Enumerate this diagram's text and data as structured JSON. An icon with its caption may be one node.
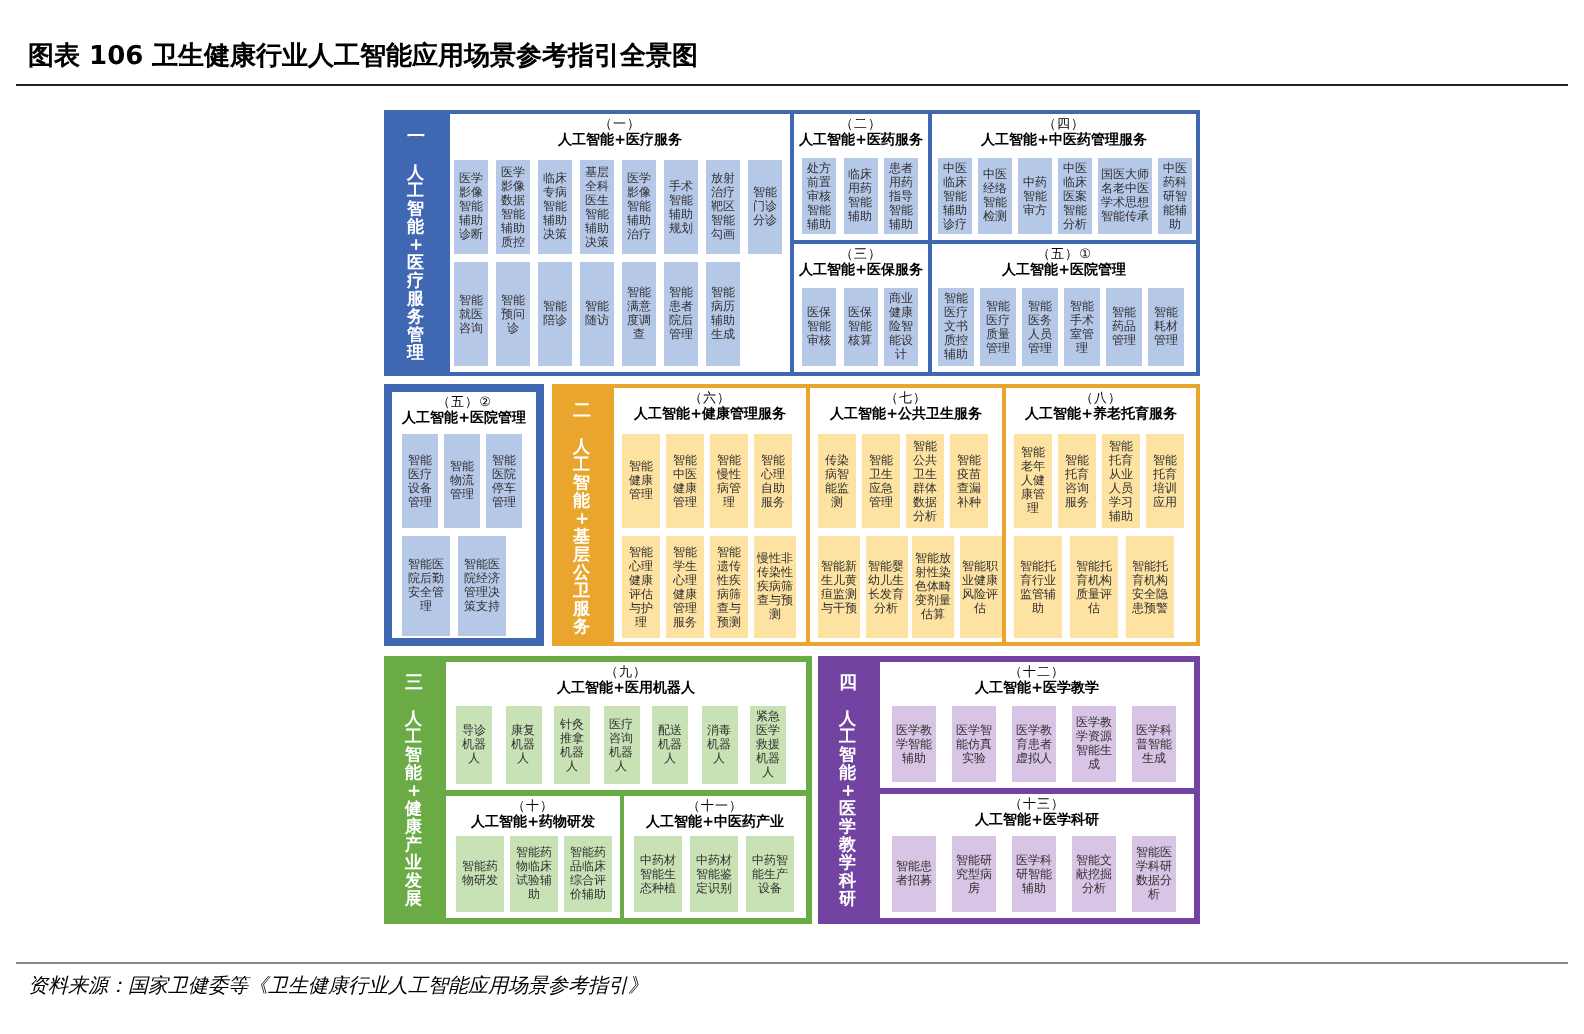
{
  "diagram": {
    "title": "图表 106 卫生健康行业人工智能应用场景参考指引全景图",
    "caption": "资料来源：国家卫健委等《卫生健康行业人工智能应用场景参考指引》",
    "nodes": [
      {
        "text": [
          "一",
          "人工智能+医疗服务管理"
        ]
      },
      {
        "text": [
          "（一）",
          "人工智能+医疗服务"
        ],
        "in": 0
      },
      {
        "text": [
          "医学影像智能辅助诊断"
        ],
        "in": 1
      },
      {
        "text": [
          "医学影像数据智能辅助质控"
        ],
        "in": 1
      },
      {
        "text": [
          "临床专病智能辅助决策"
        ],
        "in": 1
      },
      {
        "text": [
          "基层全科医生智能辅助决策"
        ],
        "in": 1
      },
      {
        "text": [
          "医学影像智能辅助治疗"
        ],
        "in": 1
      },
      {
        "text": [
          "手术智能辅助规划"
        ],
        "in": 1
      },
      {
        "text": [
          "放射治疗靶区智能勾画"
        ],
        "in": 1
      },
      {
        "text": [
          "智能门诊分诊"
        ],
        "in": 1
      },
      {
        "text": [
          "智能就医咨询"
        ],
        "in": 1
      },
      {
        "text": [
          "智能预问诊"
        ],
        "in": 1
      },
      {
        "text": [
          "智能陪诊"
        ],
        "in": 1
      },
      {
        "text": [
          "智能随访"
        ],
        "in": 1
      },
      {
        "text": [
          "智能满意度调查"
        ],
        "in": 1
      },
      {
        "text": [
          "智能患者院后管理"
        ],
        "in": 1
      },
      {
        "text": [
          "智能病历辅助生成"
        ],
        "in": 1
      },
      {
        "text": [
          "（二）",
          "人工智能+医药服务"
        ],
        "in": 0
      },
      {
        "text": [
          "处方前置审核智能辅助"
        ],
        "in": 17
      },
      {
        "text": [
          "临床用药智能辅助"
        ],
        "in": 17
      },
      {
        "text": [
          "患者用药指导智能辅助"
        ],
        "in": 17
      },
      {
        "text": [
          "（四）",
          "人工智能+中医药管理服务"
        ],
        "in": 0
      },
      {
        "text": [
          "中医临床智能辅助诊疗"
        ],
        "in": 21
      },
      {
        "text": [
          "中医经络智能检测"
        ],
        "in": 21
      },
      {
        "text": [
          "中药智能审方"
        ],
        "in": 21
      },
      {
        "text": [
          "中医临床医案智能分析"
        ],
        "in": 21
      },
      {
        "text": [
          "国医大师名老中医学术思想智能传承"
        ],
        "in": 21
      },
      {
        "text": [
          "中医药科研智能辅助"
        ],
        "in": 21
      },
      {
        "text": [
          "（三）",
          "人工智能+医保服务"
        ],
        "in": 0
      },
      {
        "text": [
          "医保智能审核"
        ],
        "in": 28
      },
      {
        "text": [
          "医保智能核算"
        ],
        "in": 28
      },
      {
        "text": [
          "商业健康险智能设计"
        ],
        "in": 28
      },
      {
        "text": [
          "（五）①",
          "人工智能+医院管理"
        ],
        "in": 0
      },
      {
        "text": [
          "智能医疗文书质控辅助"
        ],
        "in": 32
      },
      {
        "text": [
          "智能医疗质量管理"
        ],
        "in": 32
      },
      {
        "text": [
          "智能医务人员管理"
        ],
        "in": 32
      },
      {
        "text": [
          "智能手术室管理"
        ],
        "in": 32
      },
      {
        "text": [
          "智能药品管理"
        ],
        "in": 32
      },
      {
        "text": [
          "智能耗材管理"
        ],
        "in": 32
      },
      {
        "text": [
          "（五）②",
          "人工智能+医院管理"
        ]
      },
      {
        "text": [
          "智能医疗设备管理"
        ],
        "in": 39
      },
      {
        "text": [
          "智能物流管理"
        ],
        "in": 39
      },
      {
        "text": [
          "智能医院停车管理"
        ],
        "in": 39
      },
      {
        "text": [
          "智能医院后勤安全管理"
        ],
        "in": 39
      },
      {
        "text": [
          "智能医院经济管理决策支持"
        ],
        "in": 39
      },
      {
        "text": [
          "二",
          "人工智能+基层公卫服务"
        ]
      },
      {
        "text": [
          "（六）",
          "人工智能+健康管理服务"
        ],
        "in": 45
      },
      {
        "text": [
          "智能健康管理"
        ],
        "in": 46
      },
      {
        "text": [
          "智能中医健康管理"
        ],
        "in": 46
      },
      {
        "text": [
          "智能慢性病管理"
        ],
        "in": 46
      },
      {
        "text": [
          "智能心理自助服务"
        ],
        "in": 46
      },
      {
        "text": [
          "智能心理健康评估与护理"
        ],
        "in": 46
      },
      {
        "text": [
          "智能学生心理健康管理服务"
        ],
        "in": 46
      },
      {
        "text": [
          "智能遗传性疾病筛查与预测"
        ],
        "in": 46
      },
      {
        "text": [
          "慢性非传染性疾病筛查与预测"
        ],
        "in": 46
      },
      {
        "text": [
          "（七）",
          "人工智能+公共卫生服务"
        ],
        "in": 45
      },
      {
        "text": [
          "传染病智能监测"
        ],
        "in": 55
      },
      {
        "text": [
          "智能卫生应急管理"
        ],
        "in": 55
      },
      {
        "text": [
          "智能公共卫生群体数据分析"
        ],
        "in": 55
      },
      {
        "text": [
          "智能疫苗查漏补种"
        ],
        "in": 55
      },
      {
        "text": [
          "智能新生儿黄疸监测与干预"
        ],
        "in": 55
      },
      {
        "text": [
          "智能婴幼儿生长发育分析"
        ],
        "in": 55
      },
      {
        "text": [
          "智能放射性染色体畸变剂量估算"
        ],
        "in": 55
      },
      {
        "text": [
          "智能职业健康风险评估"
        ],
        "in": 55
      },
      {
        "text": [
          "（八）",
          "人工智能+养老托育服务"
        ],
        "in": 45
      },
      {
        "text": [
          "智能老年人健康管理"
        ],
        "in": 64
      },
      {
        "text": [
          "智能托育咨询服务"
        ],
        "in": 64
      },
      {
        "text": [
          "智能托育从业人员学习辅助"
        ],
        "in": 64
      },
      {
        "text": [
          "智能托育培训应用"
        ],
        "in": 64
      },
      {
        "text": [
          "智能托育行业监管辅助"
        ],
        "in": 64
      },
      {
        "text": [
          "智能托育机构质量评估"
        ],
        "in": 64
      },
      {
        "text": [
          "智能托育机构安全隐患预警"
        ],
        "in": 64
      },
      {
        "text": [
          "三",
          "人工智能+健康产业发展"
        ]
      },
      {
        "text": [
          "（九）",
          "人工智能+医用机器人"
        ],
        "in": 72
      },
      {
        "text": [
          "导诊机器人"
        ],
        "in": 73
      },
      {
        "text": [
          "康复机器人"
        ],
        "in": 73
      },
      {
        "text": [
          "针灸推拿机器人"
        ],
        "in": 73
      },
      {
        "text": [
          "医疗咨询机器人"
        ],
        "in": 73
      },
      {
        "text": [
          "配送机器人"
        ],
        "in": 73
      },
      {
        "text": [
          "消毒机器人"
        ],
        "in": 73
      },
      {
        "text": [
          "紧急医学救援机器人"
        ],
        "in": 73
      },
      {
        "text": [
          "（十）",
          "人工智能+药物研发"
        ],
        "in": 72
      },
      {
        "text": [
          "智能药物研发"
        ],
        "in": 81
      },
      {
        "text": [
          "智能药物临床试验辅助"
        ],
        "in": 81
      },
      {
        "text": [
          "智能药品临床综合评价辅助"
        ],
        "in": 81
      },
      {
        "text": [
          "（十一）",
          "人工智能+中医药产业"
        ],
        "in": 72
      },
      {
        "text": [
          "中药材智能生态种植"
        ],
        "in": 85
      },
      {
        "text": [
          "中药材智能鉴定识别"
        ],
        "in": 85
      },
      {
        "text": [
          "中药智能生产设备"
        ],
        "in": 85
      },
      {
        "text": [
          "四",
          "人工智能+医学教学科研"
        ]
      },
      {
        "text": [
          "（十二）",
          "人工智能+医学教学"
        ],
        "in": 89
      },
      {
        "text": [
          "医学教学智能辅助"
        ],
        "in": 90
      },
      {
        "text": [
          "医学智能仿真实验"
        ],
        "in": 90
      },
      {
        "text": [
          "医学教育患者虚拟人"
        ],
        "in": 90
      },
      {
        "text": [
          "医学教学资源智能生成"
        ],
        "in": 90
      },
      {
        "text": [
          "医学科普智能生成"
        ],
        "in": 90
      },
      {
        "text": [
          "（十三）",
          "人工智能+医学科研"
        ],
        "in": 89
      },
      {
        "text": [
          "智能患者招募"
        ],
        "in": 96
      },
      {
        "text": [
          "智能研究型病房"
        ],
        "in": 96
      },
      {
        "text": [
          "医学科研智能辅助"
        ],
        "in": 96
      },
      {
        "text": [
          "智能文献挖掘分析"
        ],
        "in": 96
      },
      {
        "text": [
          "智能医学科研数据分析"
        ],
        "in": 96
      }
    ]
  }
}
